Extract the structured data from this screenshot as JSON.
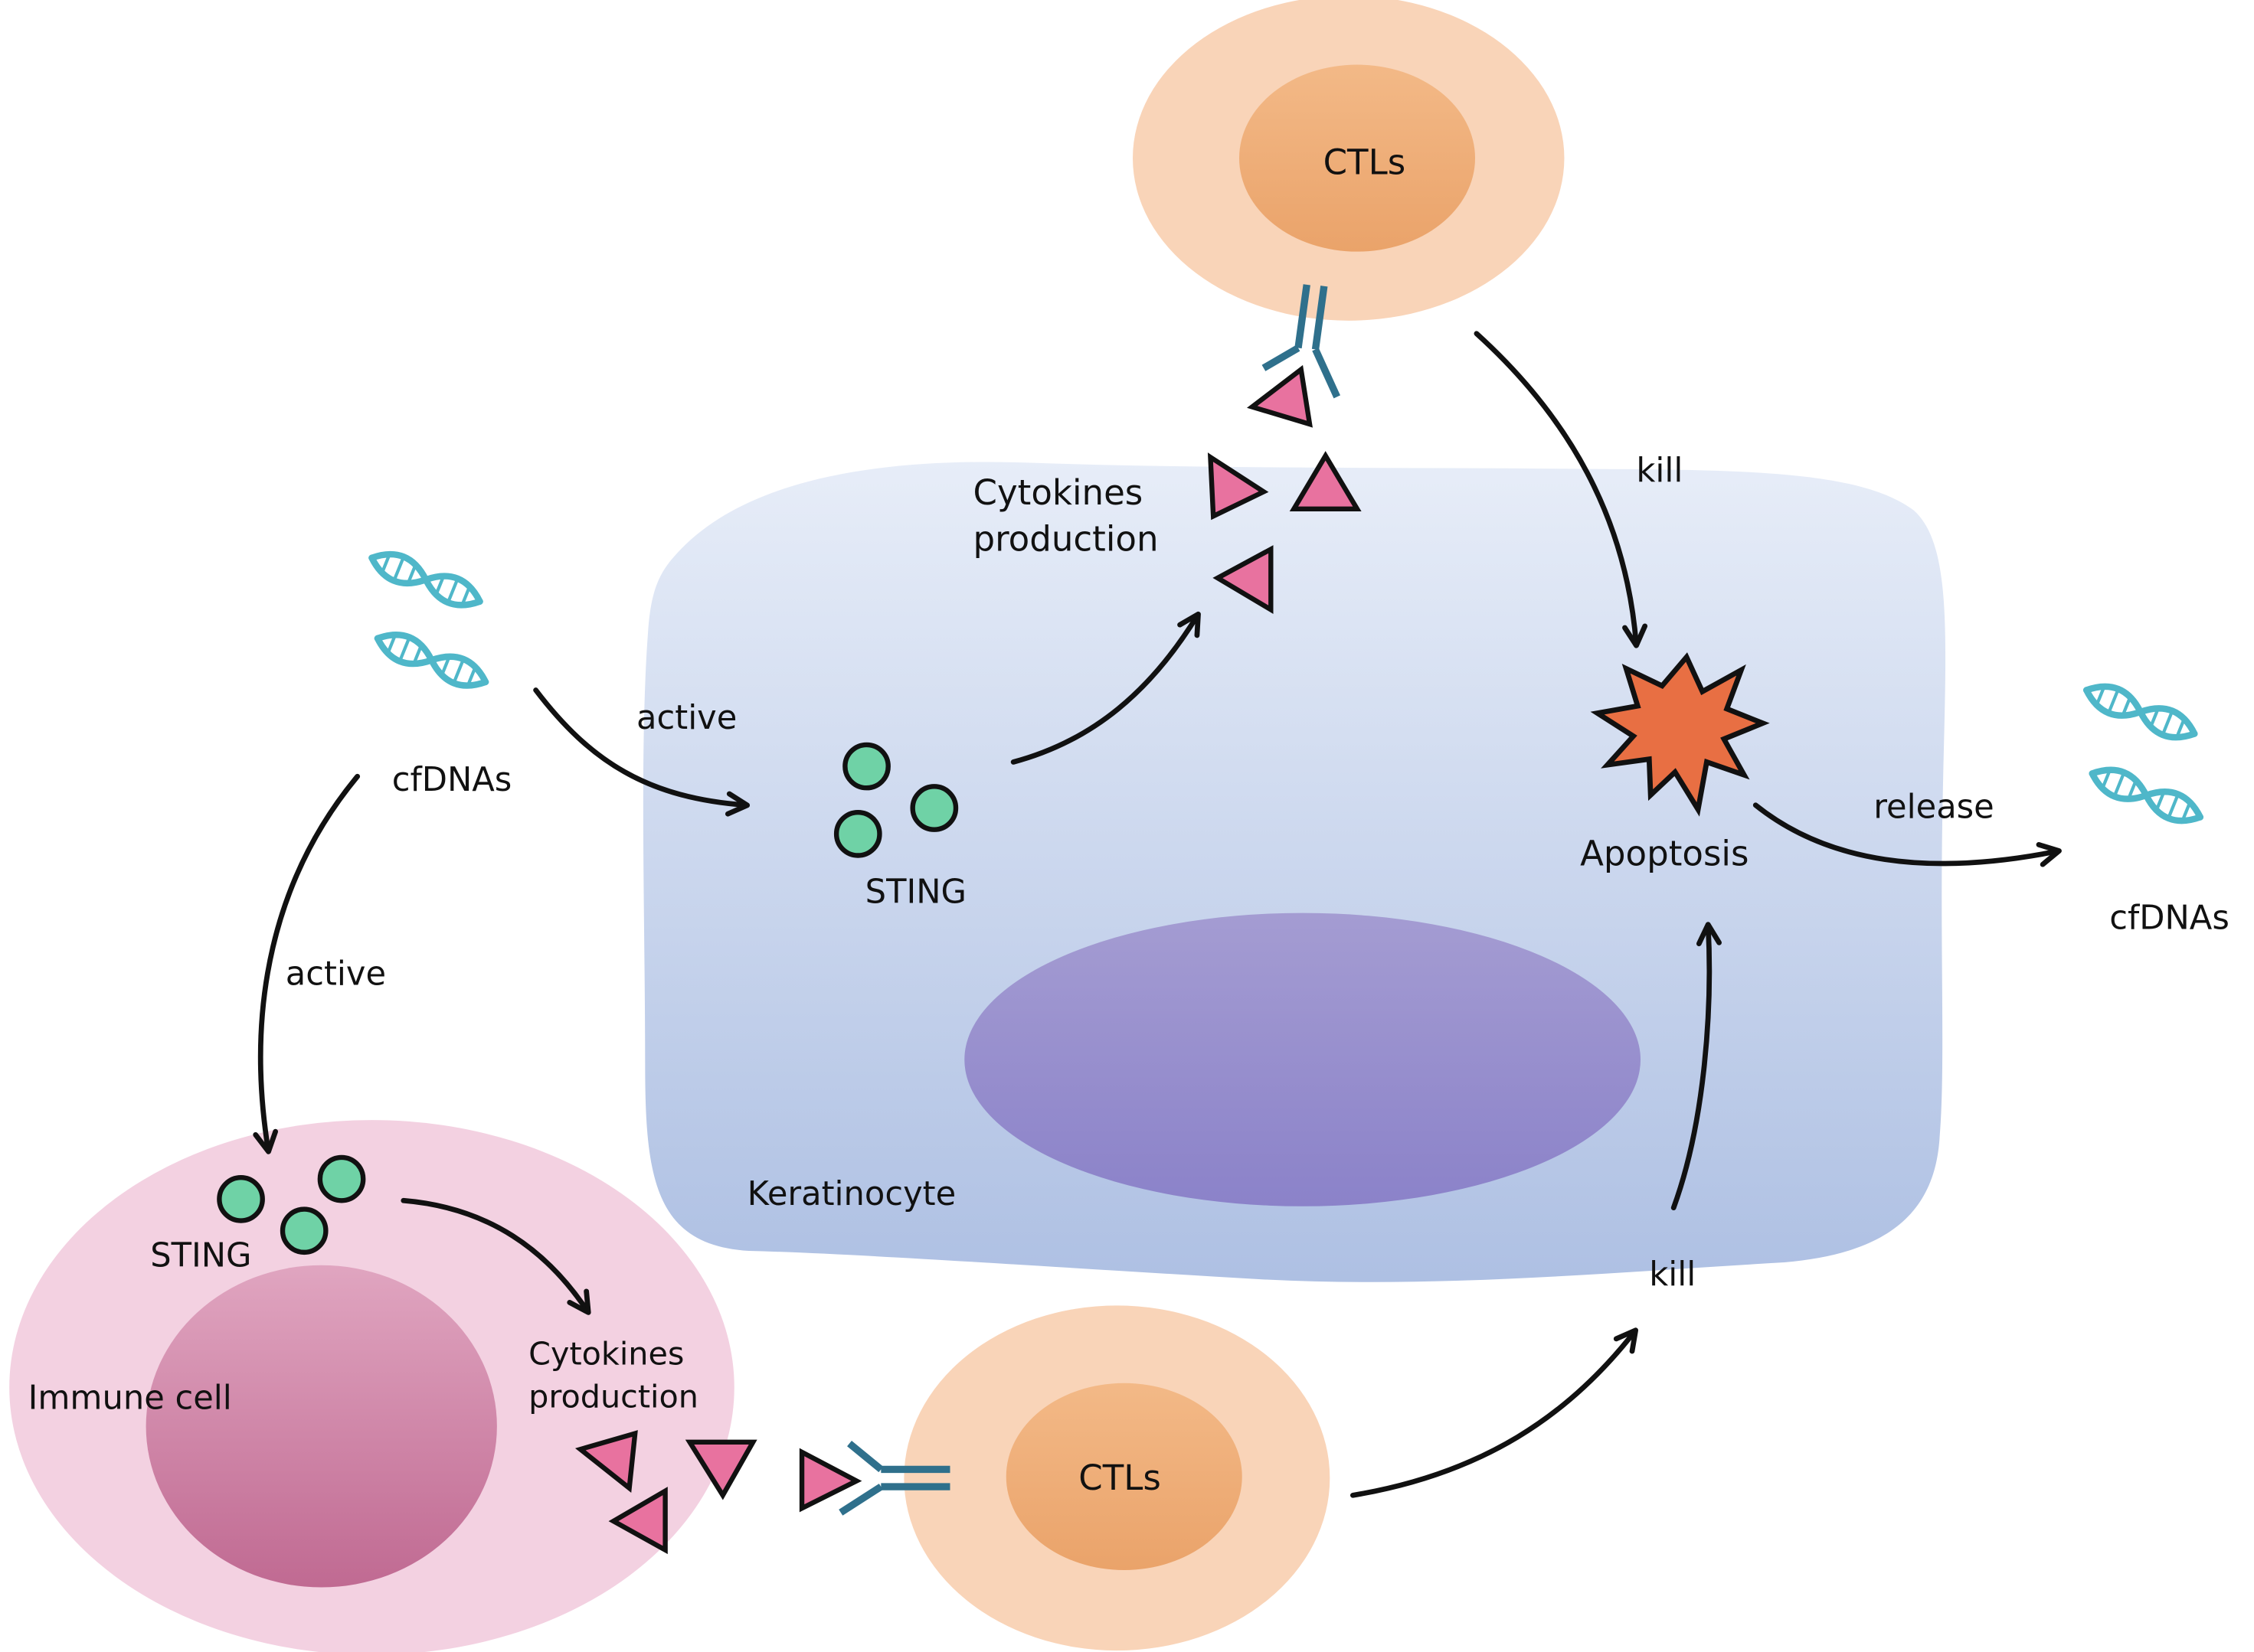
{
  "colors": {
    "keratinocyte_top": "#e7edf8",
    "keratinocyte_bottom": "#aec0e3",
    "nucleus_top": "#a49cd2",
    "nucleus_bottom": "#8b82c9",
    "immune_cell": "#f3d1e1",
    "immune_nucleus_top": "#e0a5c0",
    "immune_nucleus_bottom": "#c06a92",
    "ctl_outer": "#f9d4b8",
    "ctl_inner_top": "#f3b987",
    "ctl_inner_bottom": "#eaa36a",
    "sting": "#6fd2a6",
    "cytokine": "#e8729f",
    "receptor": "#2f708c",
    "dna": "#4fb7c9",
    "apoptosis": "#e86f43",
    "arrow": "#111111"
  },
  "labels": {
    "ctl_top": "CTLs",
    "ctl_bottom": "CTLs",
    "cytokines_top_line1": "Cytokines",
    "cytokines_top_line2": "production",
    "cytokines_bottom_line1": "Cytokines",
    "cytokines_bottom_line2": "production",
    "cfdnas_left": "cfDNAs",
    "cfdnas_right": "cfDNAs",
    "active_top": "active",
    "active_left": "active",
    "sting_top": "STING",
    "sting_bottom": "STING",
    "kill_top": "kill",
    "kill_bottom": "kill",
    "apoptosis": "Apoptosis",
    "release": "release",
    "keratinocyte": "Keratinocyte",
    "immune_cell": "Immune cell"
  }
}
